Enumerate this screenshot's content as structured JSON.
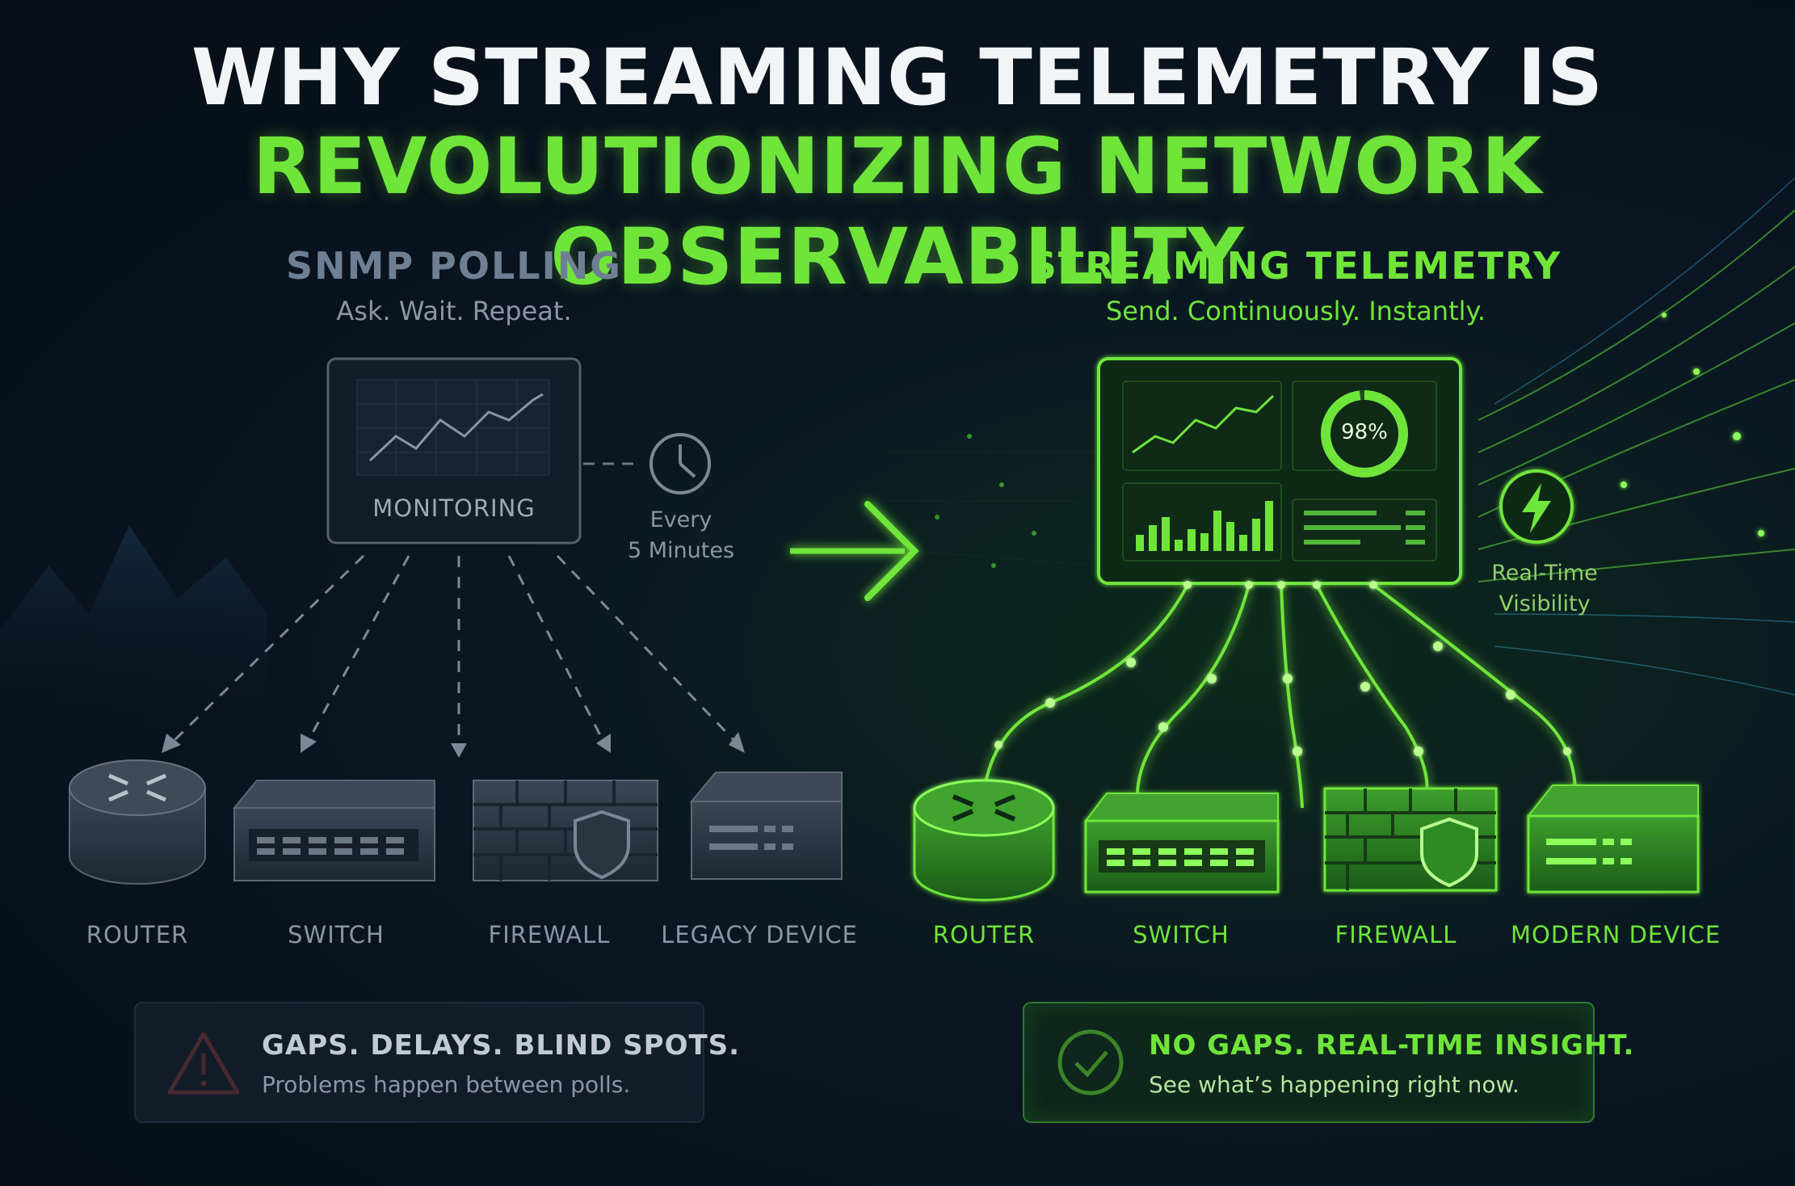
{
  "title": {
    "line1": "WHY STREAMING TELEMETRY IS",
    "line2": "REVOLUTIONIZING NETWORK OBSERVABILITY"
  },
  "left": {
    "heading": "SNMP POLLING",
    "tagline": "Ask. Wait. Repeat.",
    "monitor_label": "MONITORING",
    "interval_line1": "Every",
    "interval_line2": "5 Minutes",
    "devices": [
      "ROUTER",
      "SWITCH",
      "FIREWALL",
      "LEGACY DEVICE"
    ],
    "callout_title": "GAPS. DELAYS. BLIND SPOTS.",
    "callout_text": "Problems happen between polls."
  },
  "right": {
    "heading": "STREAMING TELEMETRY",
    "tagline": "Send. Continuously. Instantly.",
    "gauge_value": "98%",
    "visibility_line1": "Real-Time",
    "visibility_line2": "Visibility",
    "devices": [
      "ROUTER",
      "SWITCH",
      "FIREWALL",
      "MODERN DEVICE"
    ],
    "callout_title": "NO GAPS. REAL-TIME INSIGHT.",
    "callout_text": "See what’s happening right now."
  },
  "colors": {
    "green": "#6fe53a",
    "muted": "#7b8898",
    "warning": "#e0443a"
  },
  "icons": [
    "clock-icon",
    "lightning-icon",
    "warning-icon",
    "check-icon",
    "router-icon",
    "switch-icon",
    "firewall-icon",
    "device-icon"
  ]
}
